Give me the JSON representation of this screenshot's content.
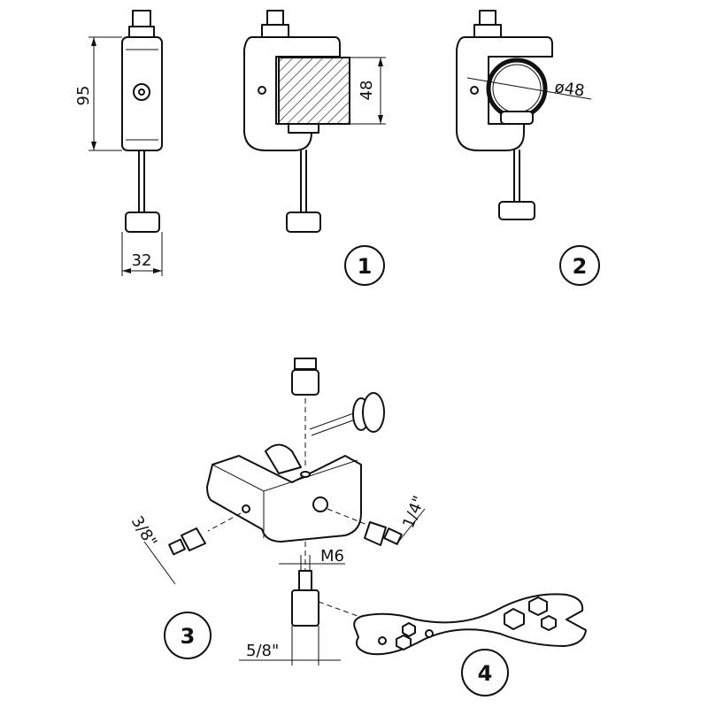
{
  "dimensions": {
    "height": "95",
    "width": "32",
    "max_jaw": "48",
    "max_tube": "ø48",
    "thread_3_8": "3/8\"",
    "thread_1_4": "1/4\"",
    "thread_m6": "M6",
    "thread_5_8": "5/8\""
  },
  "steps": [
    "1",
    "2",
    "3",
    "4"
  ]
}
